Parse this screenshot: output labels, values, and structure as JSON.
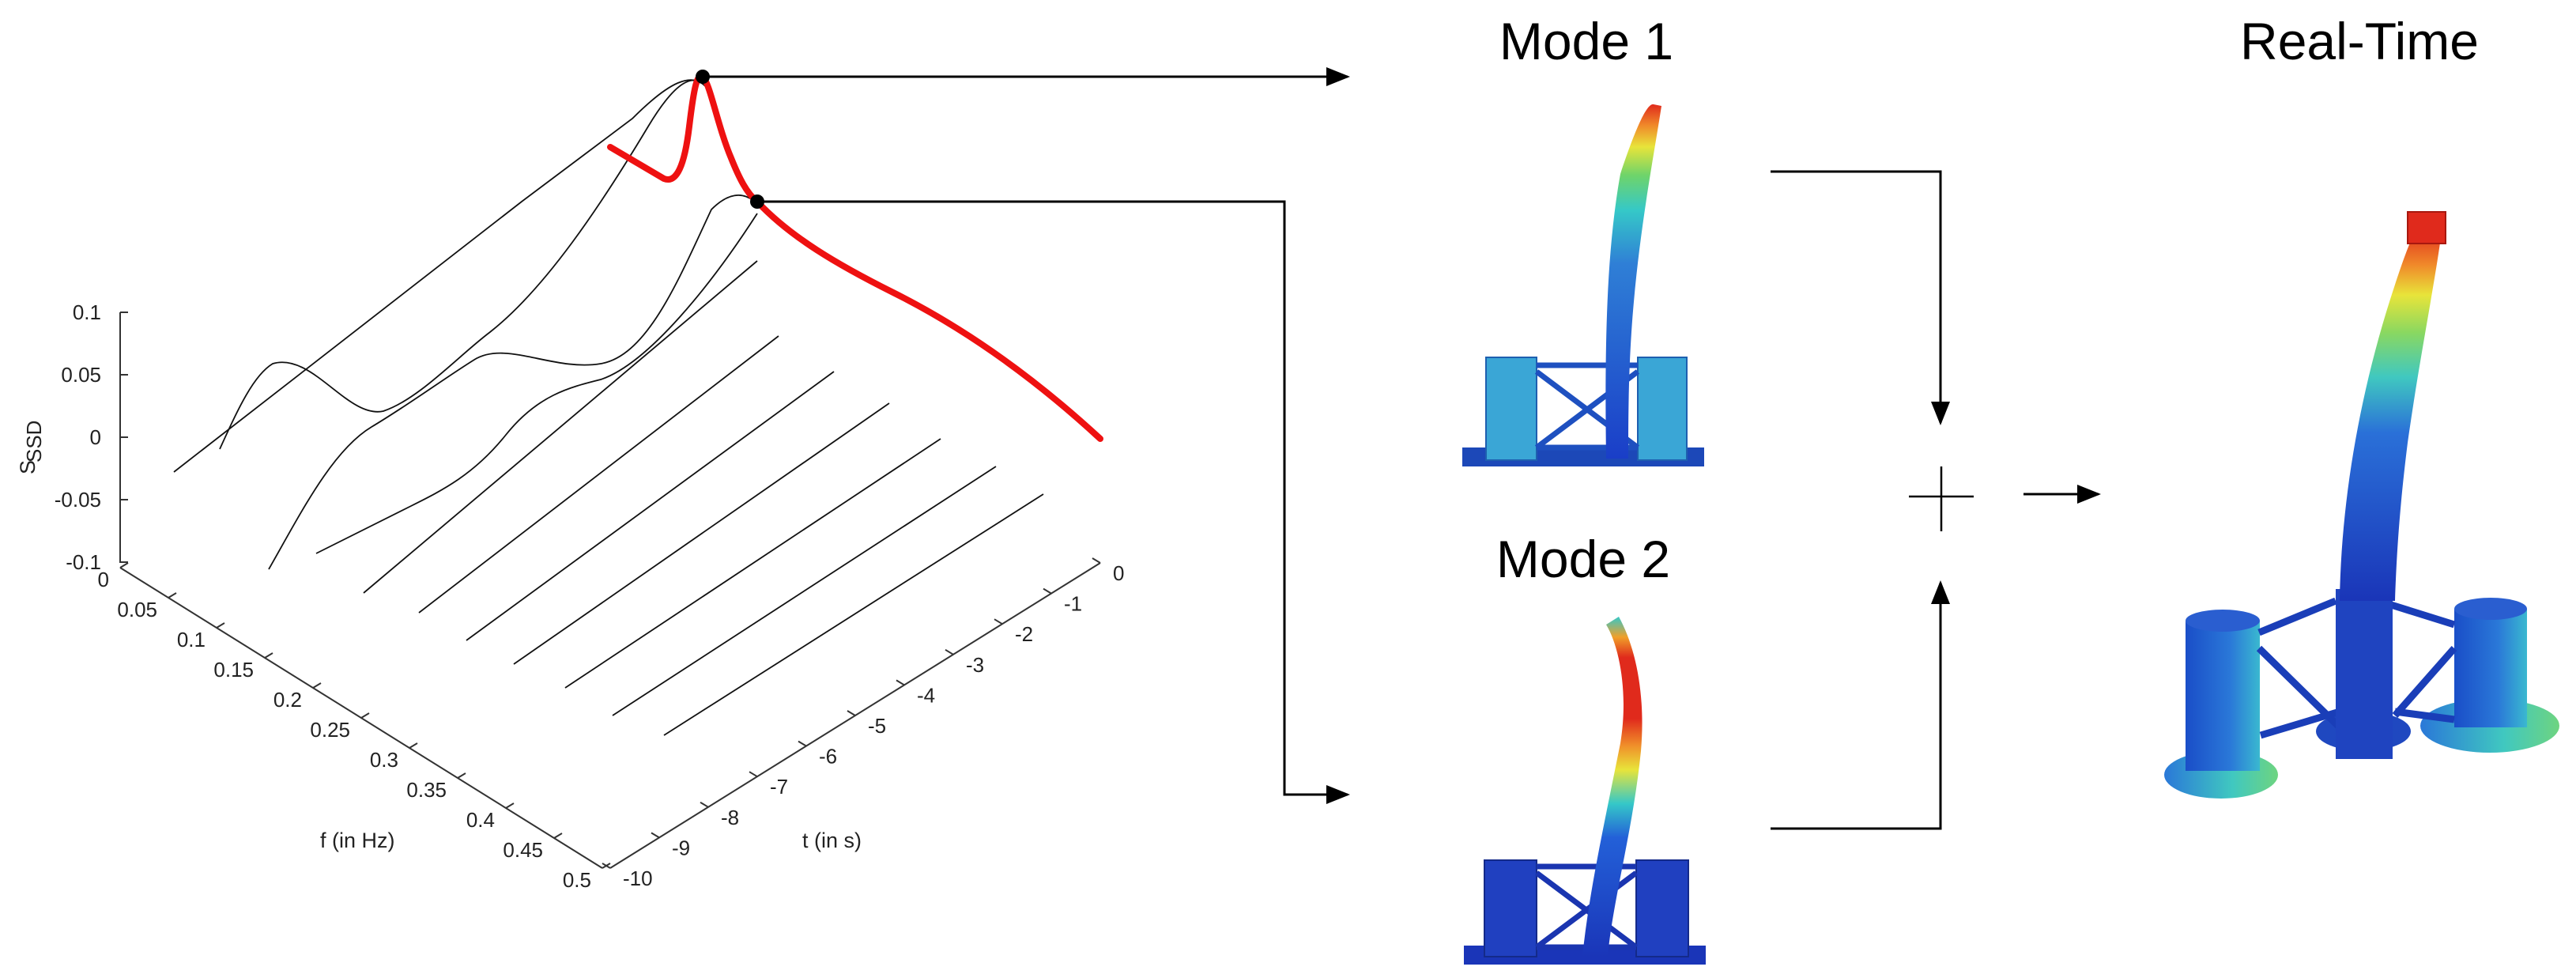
{
  "titles": {
    "mode1": "Mode 1",
    "mode2": "Mode 2",
    "realtime": "Real-Time"
  },
  "operator": "+",
  "chart_data": {
    "type": "surface-waterfall-3d",
    "zlabel": "S",
    "zlabel_subscript": "SSD",
    "xlabel": "f (in Hz)",
    "ylabel": "t (in s)",
    "z_ticks": [
      "0.1",
      "0.05",
      "0",
      "-0.05",
      "-0.1"
    ],
    "f_ticks": [
      "0",
      "0.05",
      "0.1",
      "0.15",
      "0.2",
      "0.25",
      "0.3",
      "0.35",
      "0.4",
      "0.45",
      "0.5"
    ],
    "t_ticks": [
      "0",
      "-1",
      "-2",
      "-3",
      "-4",
      "-5",
      "-6",
      "-7",
      "-8",
      "-9",
      "-10"
    ],
    "zlim": [
      -0.1,
      0.1
    ],
    "flim": [
      0,
      0.5
    ],
    "tlim": [
      -10,
      0
    ],
    "highlight_color": "#ee1111",
    "highlighted_slice_t": 0,
    "mode_peaks": [
      {
        "name": "Mode 1",
        "f": 0.1
      },
      {
        "name": "Mode 2",
        "f": 0.15
      }
    ]
  },
  "colors": {
    "mode1_colormap": [
      "#1a3ec8",
      "#2f7fd6",
      "#35c8c8",
      "#6fd46a",
      "#e8e43a",
      "#f08a2a",
      "#e02a1c"
    ],
    "mode2_colormap": [
      "#1a35b8",
      "#2360d8",
      "#35c8c8",
      "#e8e43a",
      "#f0902a",
      "#e02a1c"
    ],
    "realtime_colormap": [
      "#1a35b8",
      "#2a70d8",
      "#40c8c0",
      "#8ad860",
      "#e8e43a",
      "#f08a2a",
      "#e02a1c"
    ]
  }
}
